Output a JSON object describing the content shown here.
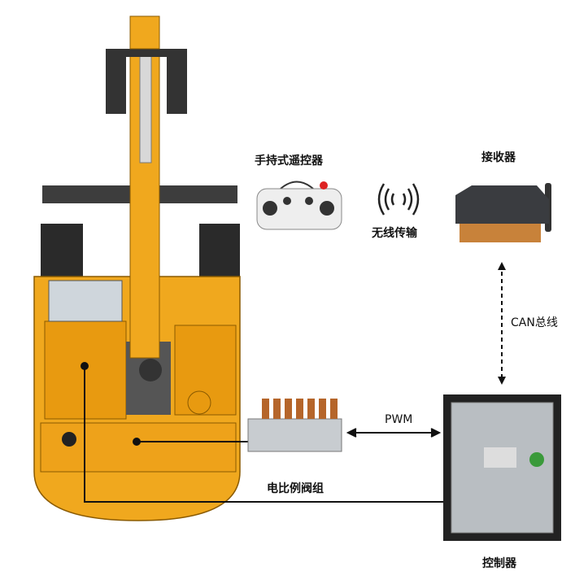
{
  "labels": {
    "remote": "手持式遥控器",
    "receiver": "接收器",
    "wireless": "无线传输",
    "can_bus": "CAN总线",
    "pwm": "PWM",
    "valve_group": "电比例阀组",
    "controller": "控制器"
  },
  "colors": {
    "excavator": "#f0a81e",
    "dark": "#3a3a3a",
    "line": "#111111"
  }
}
